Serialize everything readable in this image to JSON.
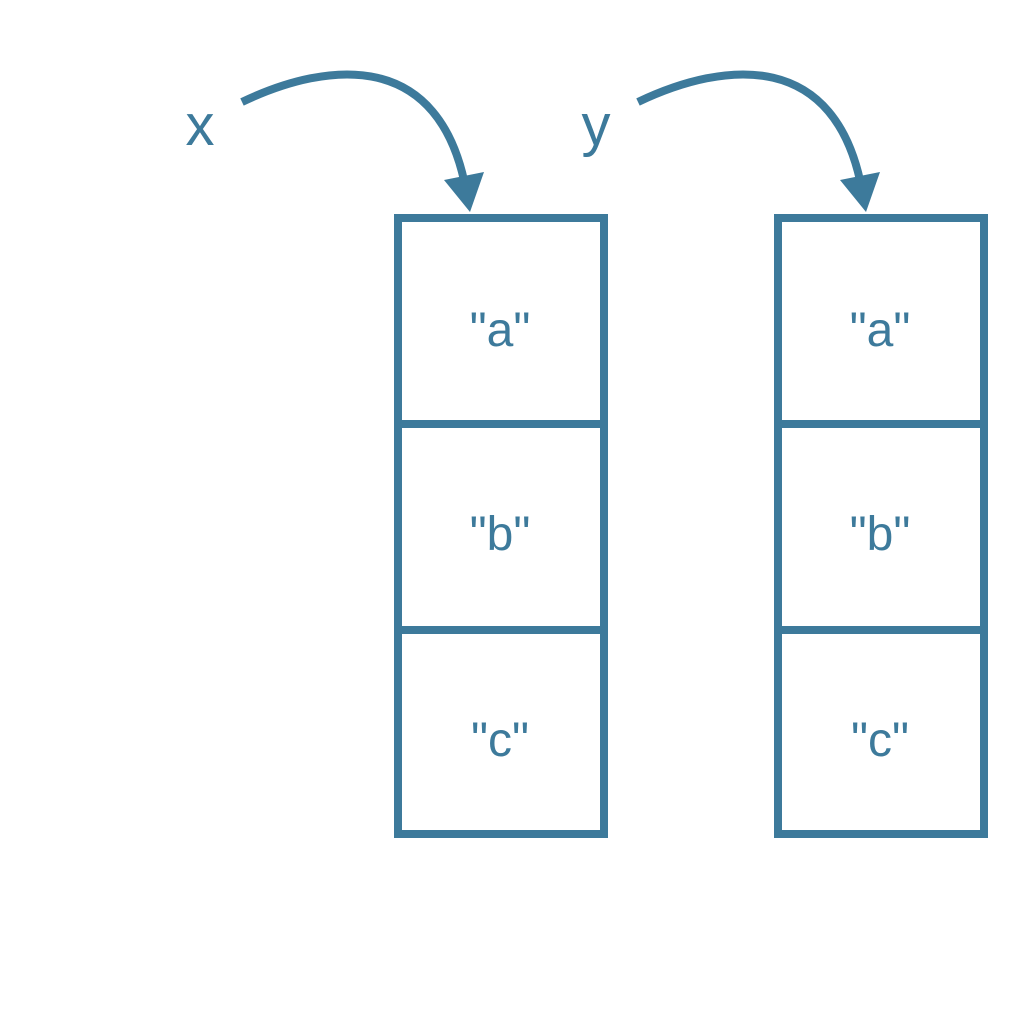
{
  "colors": {
    "ink": "#3d7a9b",
    "background": "#ffffff"
  },
  "variables": [
    {
      "name": "x",
      "points_to": "list-x"
    },
    {
      "name": "y",
      "points_to": "list-y"
    }
  ],
  "lists": [
    {
      "id": "list-x",
      "items": [
        "\"a\"",
        "\"b\"",
        "\"c\""
      ]
    },
    {
      "id": "list-y",
      "items": [
        "\"a\"",
        "\"b\"",
        "\"c\""
      ]
    }
  ]
}
